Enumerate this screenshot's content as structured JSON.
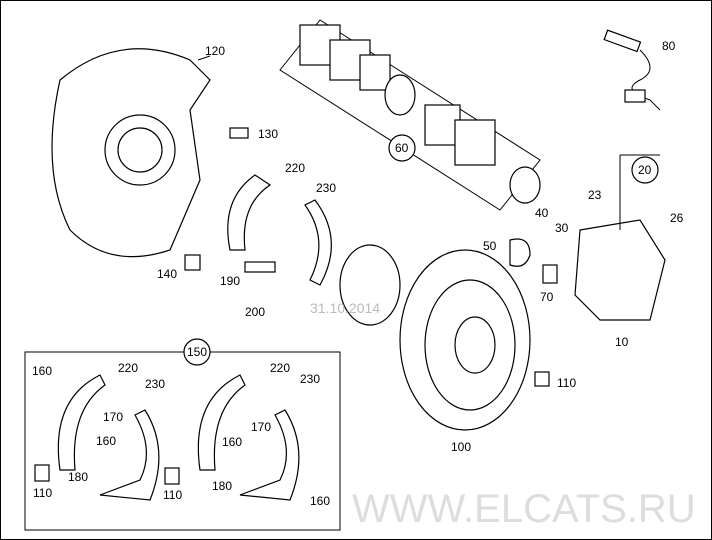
{
  "watermark": "WWW.ELCATS.RU",
  "date_stamp": "31.10.2014",
  "labels": {
    "p120": "120",
    "p130": "130",
    "p220a": "220",
    "p230a": "230",
    "p140": "140",
    "p190": "190",
    "p200": "200",
    "p60": "60",
    "p80": "80",
    "p20": "20",
    "p23": "23",
    "p26": "26",
    "p40": "40",
    "p30": "30",
    "p50": "50",
    "p70": "70",
    "p10": "10",
    "p100": "100",
    "p110a": "110",
    "p150": "150",
    "k160a": "160",
    "k220a": "220",
    "k230a": "230",
    "k170a": "170",
    "k160b": "160",
    "k180a": "180",
    "k110a": "110",
    "k110b": "110",
    "k220b": "220",
    "k230b": "230",
    "k160c": "160",
    "k170b": "170",
    "k180b": "180",
    "k160d": "160"
  }
}
